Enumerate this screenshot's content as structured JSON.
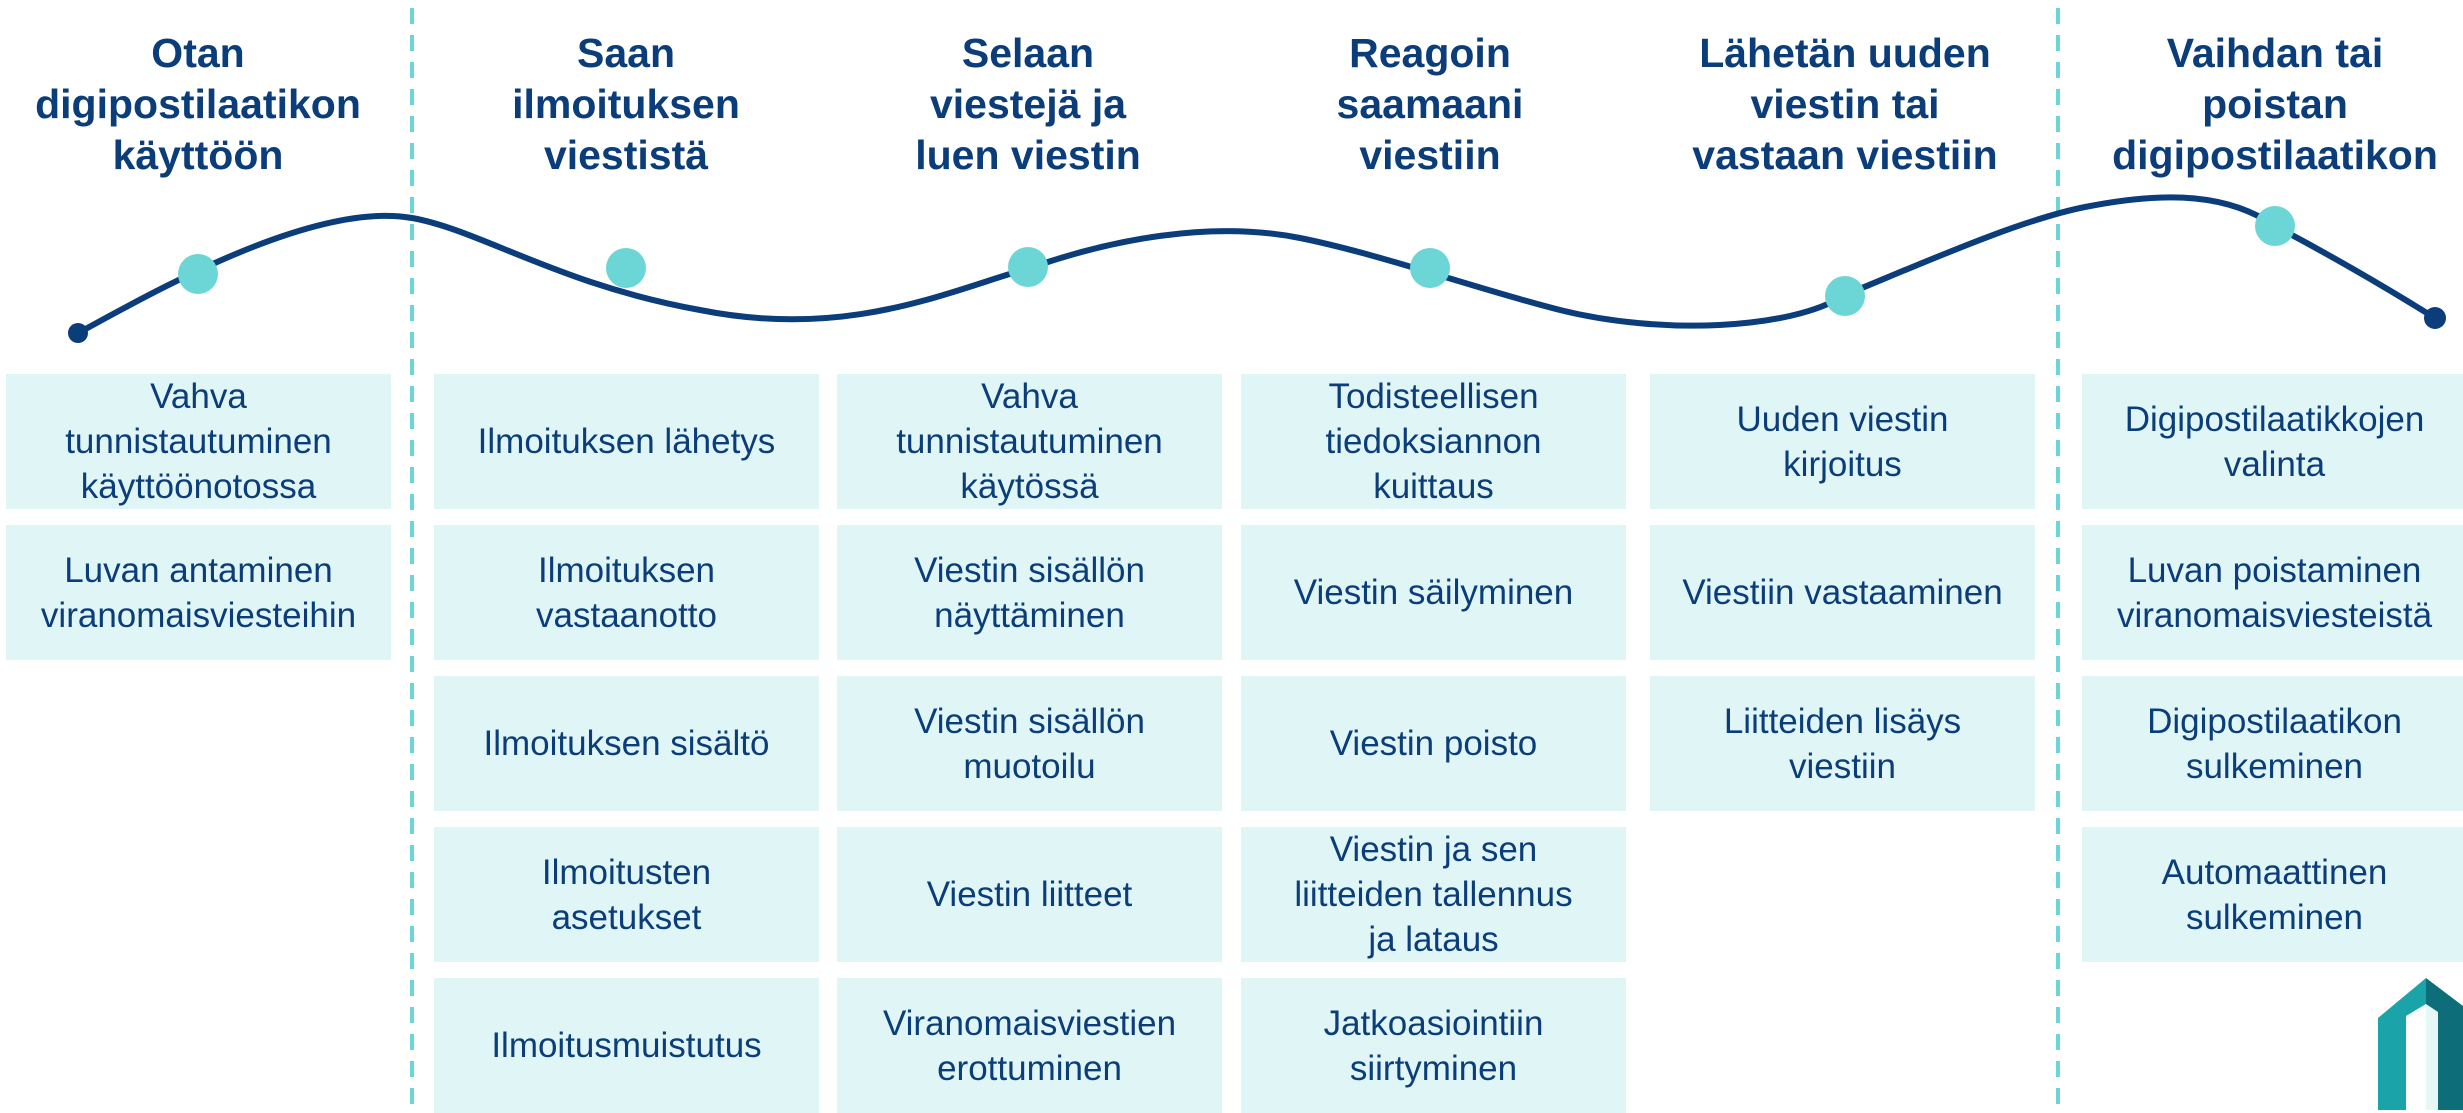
{
  "colors": {
    "title": "#0a3d7a",
    "curve": "#0a3d7a",
    "stage_dot": "#6cd6d6",
    "divider": "#6cd6d6",
    "box_bg": "#e0f5f6"
  },
  "stages": [
    {
      "title": "Otan\ndigipostilaatikon\nkäyttöön",
      "items": [
        "Vahva\ntunnistautuminen\nkäyttöönotossa",
        "Luvan antaminen\nviranomaisviesteihin"
      ]
    },
    {
      "title": "Saan\nilmoituksen\nviestistä",
      "items": [
        "Ilmoituksen lähetys",
        "Ilmoituksen\nvastaanotto",
        "Ilmoituksen sisältö",
        "Ilmoitusten\nasetukset",
        "Ilmoitusmuistutus"
      ]
    },
    {
      "title": "Selaan\nviestejä ja\nluen viestin",
      "items": [
        "Vahva\ntunnistautuminen\nkäytössä",
        "Viestin sisällön\nnäyttäminen",
        "Viestin sisällön\nmuotoilu",
        "Viestin liitteet",
        "Viranomaisviestien\nerottuminen"
      ]
    },
    {
      "title": "Reagoin\nsaamaani\nviestiin",
      "items": [
        "Todisteellisen\ntiedoksiannon\nkuittaus",
        "Viestin säilyminen",
        "Viestin poisto",
        "Viestin ja sen\nliitteiden tallennus\nja lataus",
        "Jatkoasiointiin\nsiirtyminen"
      ]
    },
    {
      "title": "Lähetän uuden\nviestin tai\nvastaan viestiin",
      "items": [
        "Uuden viestin\nkirjoitus",
        "Viestiin vastaaminen",
        "Liitteiden lisäys\nviestiin"
      ]
    },
    {
      "title": "Vaihdan tai\npoistan\ndigipostilaatikon",
      "items": [
        "Digipostilaatikkojen\nvalinta",
        "Luvan poistaminen\nviranomaisviesteistä",
        "Digipostilaatikon\nsulkeminen",
        "Automaattinen\nsulkeminen"
      ]
    }
  ]
}
